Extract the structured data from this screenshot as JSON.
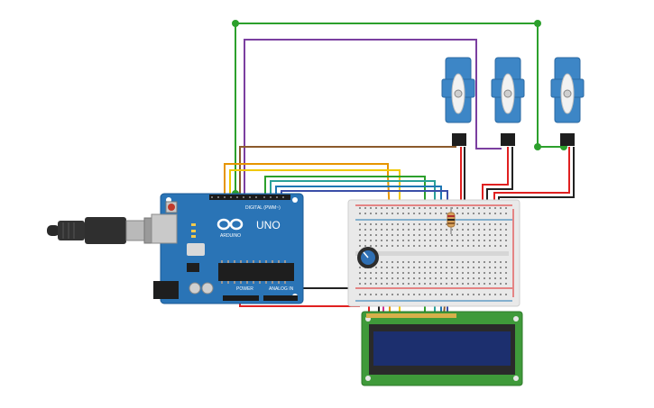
{
  "canvas": {
    "background": "#ffffff"
  },
  "arduino": {
    "model_label": "UNO",
    "brand_label": "ARDUINO",
    "digital_header_label": "DIGITAL (PWM~)",
    "power_header_label": "POWER",
    "analog_header_label": "ANALOG IN",
    "board_color": "#2a74b6"
  },
  "colors": {
    "wire_green": "#2ca02c",
    "wire_purple": "#7b3fa0",
    "wire_brown": "#8b5a2b",
    "wire_orange": "#e69500",
    "wire_yellow": "#f0c800",
    "wire_blue": "#1f77b4",
    "wire_red": "#e02020",
    "wire_black": "#222222",
    "wire_pink": "#d0308a",
    "servo_blue": "#3d86c6",
    "lcd_pcb": "#3f9a3a",
    "lcd_screen": "#1c2f6e"
  },
  "icons": {
    "usb_cable": "usb-cable-icon",
    "potentiometer": "potentiometer-icon",
    "resistor": "resistor-icon",
    "servo": "servo-icon"
  }
}
